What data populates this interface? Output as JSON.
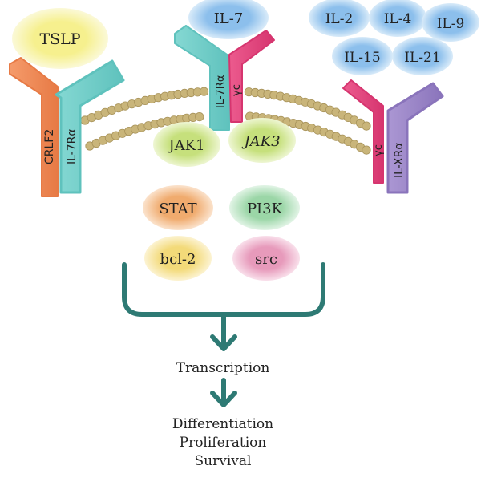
{
  "cytokines": {
    "tslp": "TSLP",
    "il7": "IL-7",
    "il2": "IL-2",
    "il4": "IL-4",
    "il9": "IL-9",
    "il15": "IL-15",
    "il21": "IL-21"
  },
  "receptors": {
    "crlf2": "CRLF2",
    "il7ra_left": "IL-7Rα",
    "il7ra_middle": "IL-7Rα",
    "gamma_c_middle": "γc",
    "gamma_c_right": "γc",
    "il_xra": "IL-XRα"
  },
  "kinases": {
    "jak1": "JAK1",
    "jak3": "JAK3"
  },
  "signaling": {
    "stat": "STAT",
    "pi3k": "PI3K",
    "bcl2": "bcl-2",
    "src": "src"
  },
  "outcomes": {
    "transcription": "Transcription",
    "differentiation": "Differentiation",
    "proliferation": "Proliferation",
    "survival": "Survival"
  },
  "colors": {
    "tslp": "#f4f1a6",
    "il_blue": "#9cc8ee",
    "il_blue_edge": "#d3e8f8",
    "crlf2": "#f08a57",
    "il7ra": "#6fcdc8",
    "gamma_c": "#e0447c",
    "il_xra": "#9a85c7",
    "membrane": "#c7b375",
    "jak": "#cfe58e",
    "stat": "#f2b57c",
    "pi3k": "#a9dcb3",
    "bcl2": "#f5e08e",
    "src": "#eba7c3",
    "arrow": "#2e7a74"
  }
}
